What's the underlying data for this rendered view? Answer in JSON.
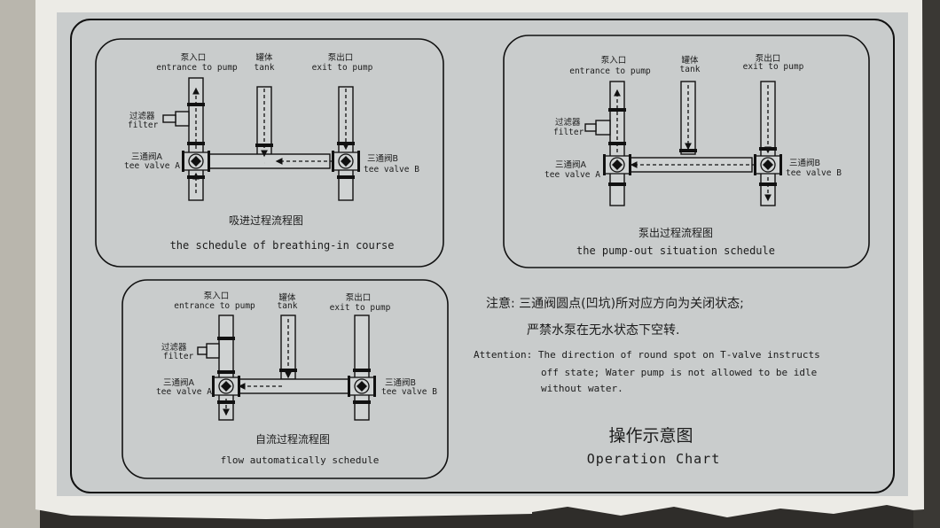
{
  "diagrams": {
    "breathing_in": {
      "title_zh": "吸进过程流程图",
      "title_en": "the schedule of breathing-in course",
      "entrance_zh": "泵入口",
      "entrance_en": "entrance to pump",
      "tank_zh": "罐体",
      "tank_en": "tank",
      "exit_zh": "泵出口",
      "exit_en": "exit to pump",
      "filter_zh": "过滤器",
      "filter_en": "filter",
      "valve_a_zh": "三通阀A",
      "valve_a_en": "tee valve A",
      "valve_b_zh": "三通阀B",
      "valve_b_en": "tee valve B"
    },
    "pump_out": {
      "title_zh": "泵出过程流程图",
      "title_en": "the pump-out situation  schedule",
      "entrance_zh": "泵入口",
      "entrance_en": "entrance to pump",
      "tank_zh": "罐体",
      "tank_en": "tank",
      "exit_zh": "泵出口",
      "exit_en": "exit to pump",
      "filter_zh": "过滤器",
      "filter_en": "filter",
      "valve_a_zh": "三通阀A",
      "valve_a_en": "tee valve A",
      "valve_b_zh": "三通阀B",
      "valve_b_en": "tee valve B"
    },
    "flow_auto": {
      "title_zh": "自流过程流程图",
      "title_en": "flow automatically schedule",
      "entrance_zh": "泵入口",
      "entrance_en": "entrance to pump",
      "tank_zh": "罐体",
      "tank_en": "tank",
      "exit_zh": "泵出口",
      "exit_en": "exit to pump",
      "filter_zh": "过滤器",
      "filter_en": "filter",
      "valve_a_zh": "三通阀A",
      "valve_a_en": "tee valve A",
      "valve_b_zh": "三通阀B",
      "valve_b_en": "tee valve B"
    }
  },
  "notice": {
    "zh_line1": "注意: 三通阀圆点(凹坑)所对应方向为关闭状态;",
    "zh_line2": "严禁水泵在无水状态下空转.",
    "en_line1": "Attention: The direction of round spot on T-valve instructs",
    "en_line2": "off state; Water pump is not allowed to be idle",
    "en_line3": "without water."
  },
  "chart_title": {
    "zh": "操作示意图",
    "en": "Operation Chart"
  }
}
